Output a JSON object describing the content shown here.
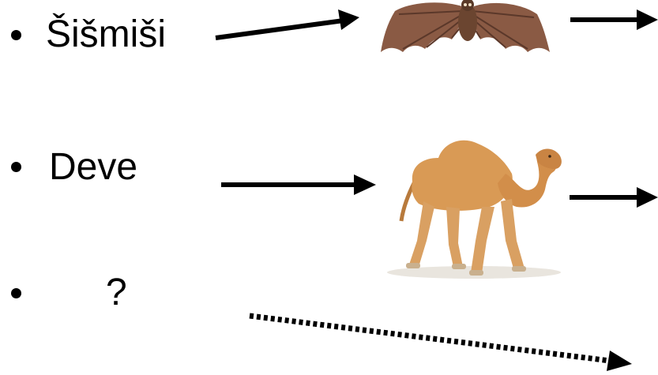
{
  "slide": {
    "items": [
      {
        "label": "Šišmiši",
        "picture": "bat"
      },
      {
        "label": "Deve",
        "picture": "camel"
      },
      {
        "label": "?",
        "picture": ""
      }
    ],
    "colors": {
      "text": "#000000",
      "background": "#ffffff",
      "bat_wing": "#8a5a44",
      "camel_body": "#d99a55"
    }
  }
}
